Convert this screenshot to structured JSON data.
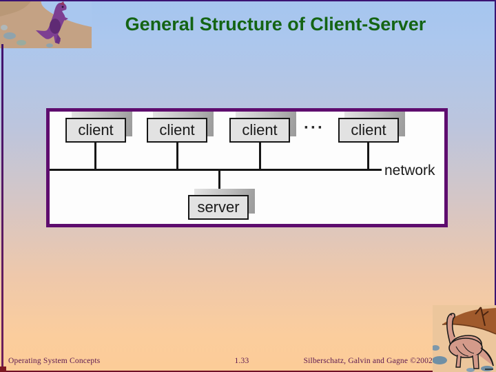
{
  "slide": {
    "title": "General Structure of Client-Server",
    "title_color": "#146414"
  },
  "diagram": {
    "name": "client-server-structure-diagram",
    "border_color": "#5E0C6E",
    "clients": [
      "client",
      "client",
      "client",
      "client"
    ],
    "ellipsis": "···",
    "server": "server",
    "network": "network"
  },
  "footer": {
    "book": "Operating System Concepts",
    "page": "1.33",
    "authors": "Silberschatz, Galvin and Gagne ©2002",
    "text_color": "#5A1650"
  },
  "decor": {
    "top_left": "trex-dinosaur-illustration",
    "bottom_right": "sauropod-dinosaur-illustration"
  }
}
